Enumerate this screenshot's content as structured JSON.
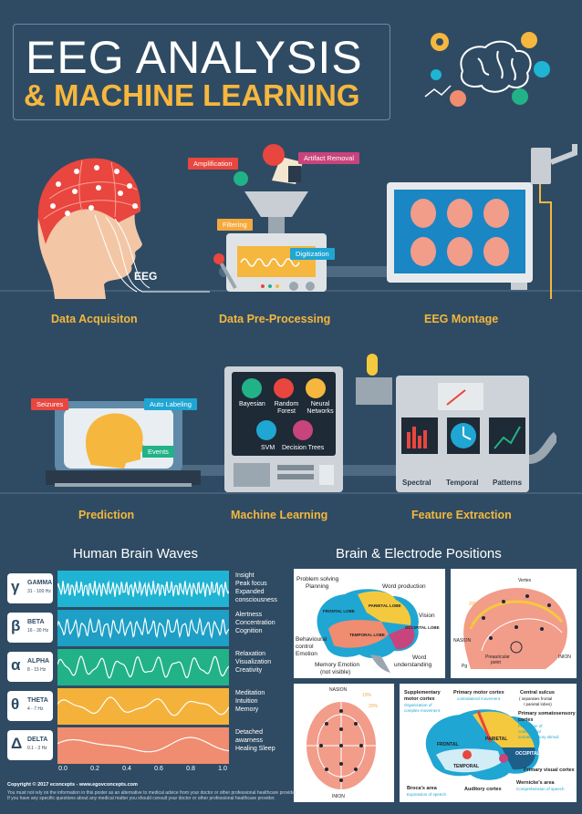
{
  "title": {
    "line1": "EEG ANALYSIS",
    "line2": "& MACHINE LEARNING"
  },
  "pipeline_top": {
    "eeg_label": "EEG",
    "stages": [
      "Data Acquisiton",
      "Data Pre-Processing",
      "EEG Montage"
    ],
    "tags": {
      "amplification": "Amplification",
      "artifact_removal": "Artifact Removal",
      "filtering": "Filtering",
      "digitization": "Digitization"
    }
  },
  "pipeline_bottom": {
    "stages": [
      "Prediction",
      "Machine Learning",
      "Feature Extraction"
    ],
    "tags": {
      "seizures": "Seizures",
      "auto_labeling": "Auto Labeling",
      "events": "Events"
    },
    "ml_methods": [
      "Bayesian",
      "Random Forest",
      "Neural Networks",
      "SVM",
      "Decision Trees"
    ],
    "features": [
      "Spectral",
      "Temporal",
      "Patterns"
    ]
  },
  "brain_waves": {
    "heading": "Human Brain Waves",
    "waves": [
      {
        "glyph": "γ",
        "name": "GAMMA",
        "range": "31 - 100 Hz",
        "desc": [
          "Insight",
          "Peak focus",
          "Expanded",
          "consciousness"
        ],
        "color": "#1fb4d3"
      },
      {
        "glyph": "β",
        "name": "BETA",
        "range": "16 - 30 Hz",
        "desc": [
          "Alertness",
          "Concentration",
          "Cognition"
        ],
        "color": "#1d9fc6"
      },
      {
        "glyph": "α",
        "name": "ALPHA",
        "range": "8 - 15 Hz",
        "desc": [
          "Relaxation",
          "Visualization",
          "Creativity"
        ],
        "color": "#22b287"
      },
      {
        "glyph": "θ",
        "name": "THETA",
        "range": "4 - 7 Hz",
        "desc": [
          "Meditation",
          "Intuition",
          "Memory"
        ],
        "color": "#f4b23a"
      },
      {
        "glyph": "Δ",
        "name": "DELTA",
        "range": "0.1 - 3 Hz",
        "desc": [
          "Detached",
          "awarness",
          "Healing Sleep"
        ],
        "color": "#f08c70"
      }
    ],
    "axis_ticks": [
      "0.0",
      "0.2",
      "0.4",
      "0.6",
      "0.8",
      "1.0"
    ]
  },
  "brain_positions": {
    "heading": "Brain & Electrode Positions",
    "lobes_panel": {
      "labels": {
        "problem": "Problem solving",
        "planning": "Planning",
        "word_prod": "Word production",
        "frontal": "FRONTAL LOBE",
        "parietal": "PARIETAL LOBE",
        "temporal": "TEMPORAL LOBE",
        "occipital": "OCCIPITAL LOBE",
        "vision": "Vision",
        "behavioural": "Behavioural",
        "control": "control",
        "emotion": "Emotion",
        "memory": "Memory Emotion",
        "not_visible": "(not visible)",
        "word": "Word",
        "understanding": "understanding"
      }
    },
    "side_panel": {
      "vertex": "Vertex",
      "nasion": "NASION",
      "inion": "INION",
      "pre": "Preauricular",
      "point": "point",
      "pg": "Pg",
      "pct": "20%",
      "pct10": "10%"
    },
    "top_panel": {
      "nasion": "NASION",
      "inion": "INION",
      "pct": "20%",
      "pct10": "10%"
    },
    "cortex_panel": {
      "sma": "Supplementary",
      "sma2": "motor cortex",
      "sma_d1": "Organization of",
      "sma_d2": "complex movement",
      "pmc": "Primary motor cortex",
      "pmc_d": "contralateral movement",
      "cs": "Central sulcus",
      "cs_d1": "( separates frontal",
      "cs_d2": "/ parietal lobes)",
      "psc": "Primary somatosensory",
      "psc2": "cortex",
      "psc_d1": "Perception of",
      "psc_d2": "contralateral",
      "psc_d3": "somatosensory stimuli",
      "frontal": "FRONTAL",
      "parietal": "PARIETAL",
      "temporal": "TEMPORAL",
      "occipital": "OCCIPITAL",
      "pvc": "Primary visual cortex",
      "broca": "Broca's area",
      "broca_d": "Expression of speech",
      "aud": "Auditory cortex",
      "wer": "Wernicke's area",
      "wer_d": "Comprehension of speech"
    }
  },
  "footer": {
    "copyright": "Copyright © 2017 econcepts - www.egovconcepts.com",
    "disclaimer1": "You must not rely on the information in this poster as an alternative to medical advice from your doctor or other professional healthcare provider.",
    "disclaimer2": "If you have any specific questions about any medical matter you should consult your doctor or other professional healthcare provider."
  },
  "colors": {
    "bg": "#2f4b63",
    "accent": "#f5b73d",
    "dark_machine": "#2b3a4a"
  }
}
